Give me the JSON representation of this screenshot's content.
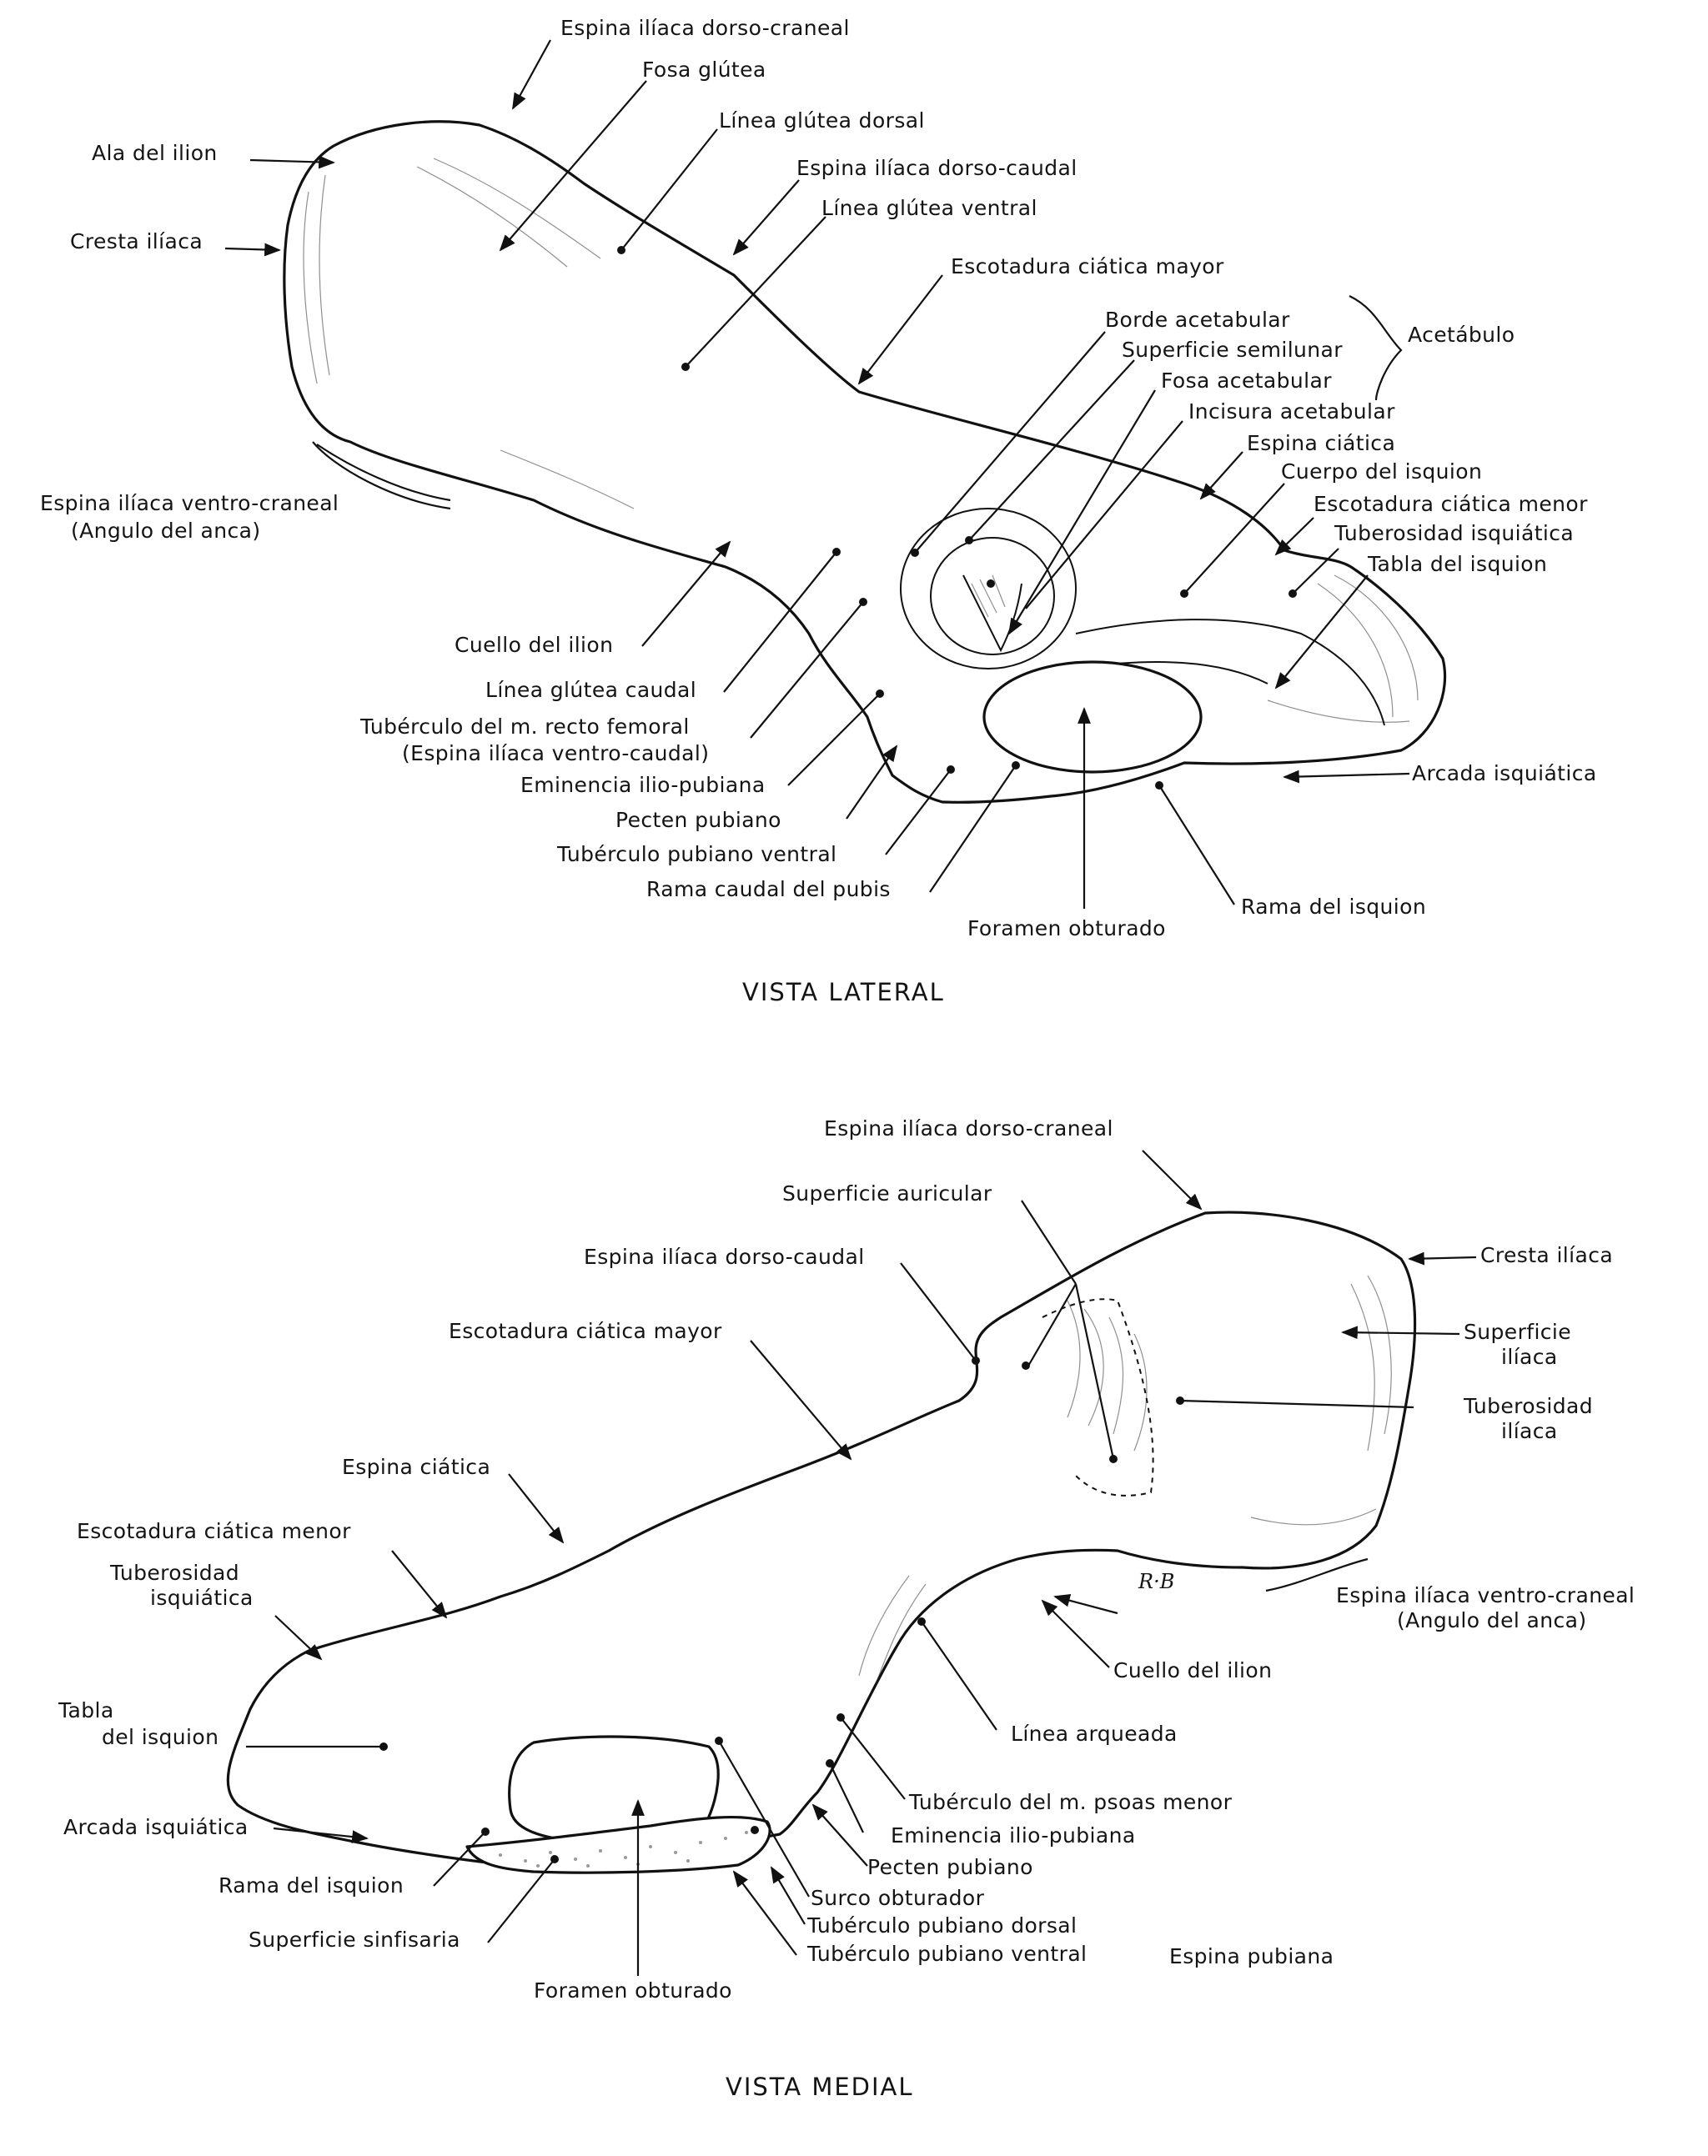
{
  "lateral": {
    "caption": "VISTA LATERAL",
    "labels": {
      "esp_dc_craneal": "Espina ilíaca dorso-craneal",
      "fosa_glutea": "Fosa glútea",
      "linea_glutea_dorsal": "Línea glútea dorsal",
      "ala_ilion": "Ala del ilion",
      "esp_dc_caudal": "Espina ilíaca dorso-caudal",
      "linea_glutea_ventral": "Línea glútea ventral",
      "cresta_iliaca": "Cresta ilíaca",
      "escotadura_mayor": "Escotadura ciática mayor",
      "borde_acetabular": "Borde acetabular",
      "acetabulo": "Acetábulo",
      "superficie_semilunar": "Superficie semilunar",
      "fosa_acetabular": "Fosa acetabular",
      "incisura_acetabular": "Incisura acetabular",
      "espina_ciatica": "Espina ciática",
      "cuerpo_isquion": "Cuerpo del isquion",
      "esp_vc_craneal": "Espina ilíaca ventro-craneal",
      "angulo_anca": "(Angulo del anca)",
      "escotadura_menor": "Escotadura ciática menor",
      "tuberosidad_isquiatica": "Tuberosidad isquiática",
      "tabla_isquion": "Tabla del isquion",
      "cuello_ilion": "Cuello del ilion",
      "linea_glutea_caudal": "Línea glútea caudal",
      "tuberculo_recto": "Tubérculo del m. recto femoral",
      "esp_vc_caudal": "(Espina ilíaca ventro-caudal)",
      "eminencia_iliopubiana": "Eminencia ilio-pubiana",
      "arcada_isquiatica": "Arcada isquiática",
      "pecten_pubiano": "Pecten pubiano",
      "tuberculo_pubiano_ventral": "Tubérculo pubiano ventral",
      "rama_caudal_pubis": "Rama caudal del pubis",
      "rama_isquion": "Rama del isquion",
      "foramen_obturado": "Foramen obturado"
    }
  },
  "medial": {
    "caption": "VISTA MEDIAL",
    "signature": "R·B",
    "labels": {
      "esp_dc_craneal": "Espina ilíaca dorso-craneal",
      "superficie_auricular": "Superficie auricular",
      "esp_dc_caudal": "Espina ilíaca dorso-caudal",
      "cresta_iliaca": "Cresta ilíaca",
      "escotadura_mayor": "Escotadura ciática mayor",
      "superficie_iliaca_1": "Superficie",
      "superficie_iliaca_2": "ilíaca",
      "tuberosidad_iliaca_1": "Tuberosidad",
      "tuberosidad_iliaca_2": "ilíaca",
      "espina_ciatica": "Espina ciática",
      "escotadura_menor": "Escotadura ciática menor",
      "tuberosidad_isquiatica_1": "Tuberosidad",
      "tuberosidad_isquiatica_2": "isquiática",
      "esp_vc_craneal": "Espina ilíaca ventro-craneal",
      "angulo_anca": "(Angulo del anca)",
      "cuello_ilion": "Cuello del ilion",
      "tabla_isquion_1": "Tabla",
      "tabla_isquion_2": "del isquion",
      "linea_arqueada": "Línea arqueada",
      "tuberculo_psoas": "Tubérculo del m. psoas menor",
      "eminencia_iliopubiana": "Eminencia ilio-pubiana",
      "arcada_isquiatica": "Arcada isquiática",
      "pecten_pubiano": "Pecten pubiano",
      "rama_isquion": "Rama del isquion",
      "surco_obturador": "Surco obturador",
      "tuberculo_pubiano_dorsal": "Tubérculo pubiano dorsal",
      "superficie_sinfisaria": "Superficie sinfisaria",
      "tuberculo_pubiano_ventral": "Tubérculo pubiano ventral",
      "espina_pubiana": "Espina pubiana",
      "foramen_obturado": "Foramen obturado"
    }
  }
}
